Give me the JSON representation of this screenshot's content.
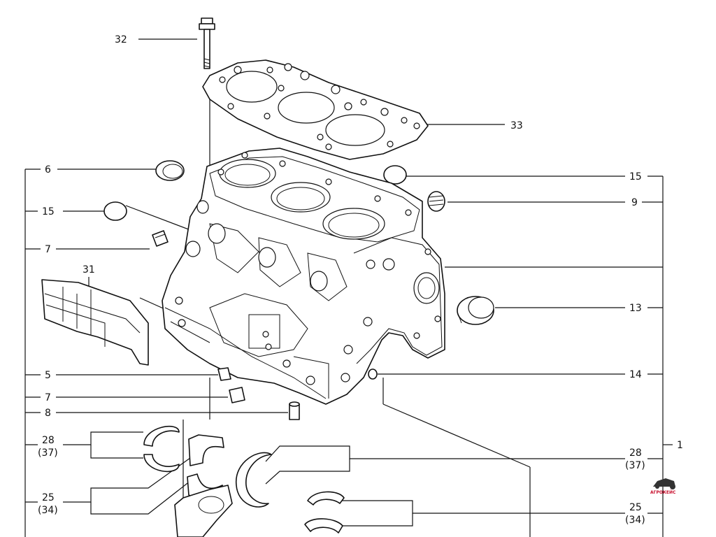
{
  "callouts": {
    "n32": "32",
    "n33": "33",
    "n6": "6",
    "n15_left": "15",
    "n15_right": "15",
    "n9": "9",
    "n7_top": "7",
    "n31": "31",
    "n13": "13",
    "n5": "5",
    "n14": "14",
    "n7_bottom": "7",
    "n8": "8",
    "n1": "1",
    "n28_left": "28",
    "n37_left": "(37)",
    "n28_right": "28",
    "n37_right": "(37)",
    "n25_left": "25",
    "n34_left": "(34)",
    "n25_right": "25",
    "n34_right": "(34)"
  },
  "logo": {
    "text": "АГРОКЕЙС",
    "color": "#c8102e"
  }
}
